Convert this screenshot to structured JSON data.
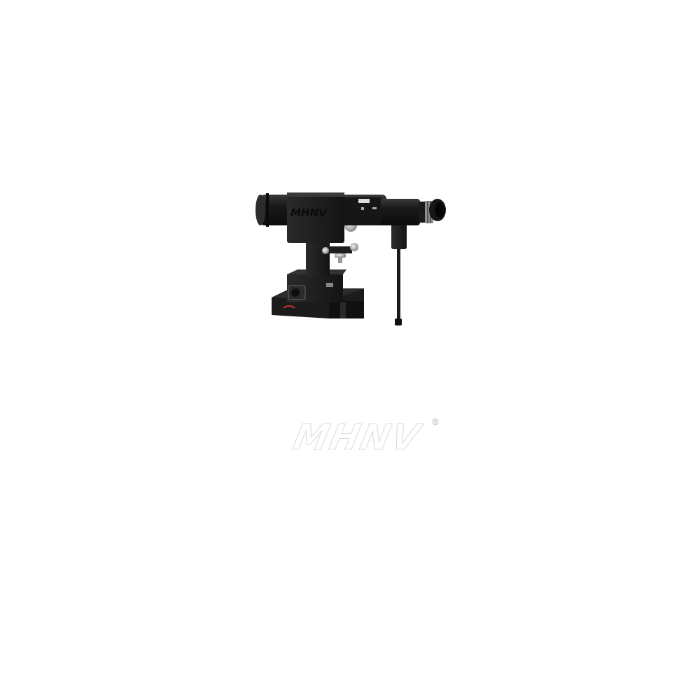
{
  "image": {
    "subject": "optical-collimator-on-mount",
    "background_color": "#ffffff",
    "body_color": "#1c1c1c",
    "product_logo": "MHNV",
    "watermark": {
      "text": "MHNV",
      "registered_mark": "®"
    }
  }
}
